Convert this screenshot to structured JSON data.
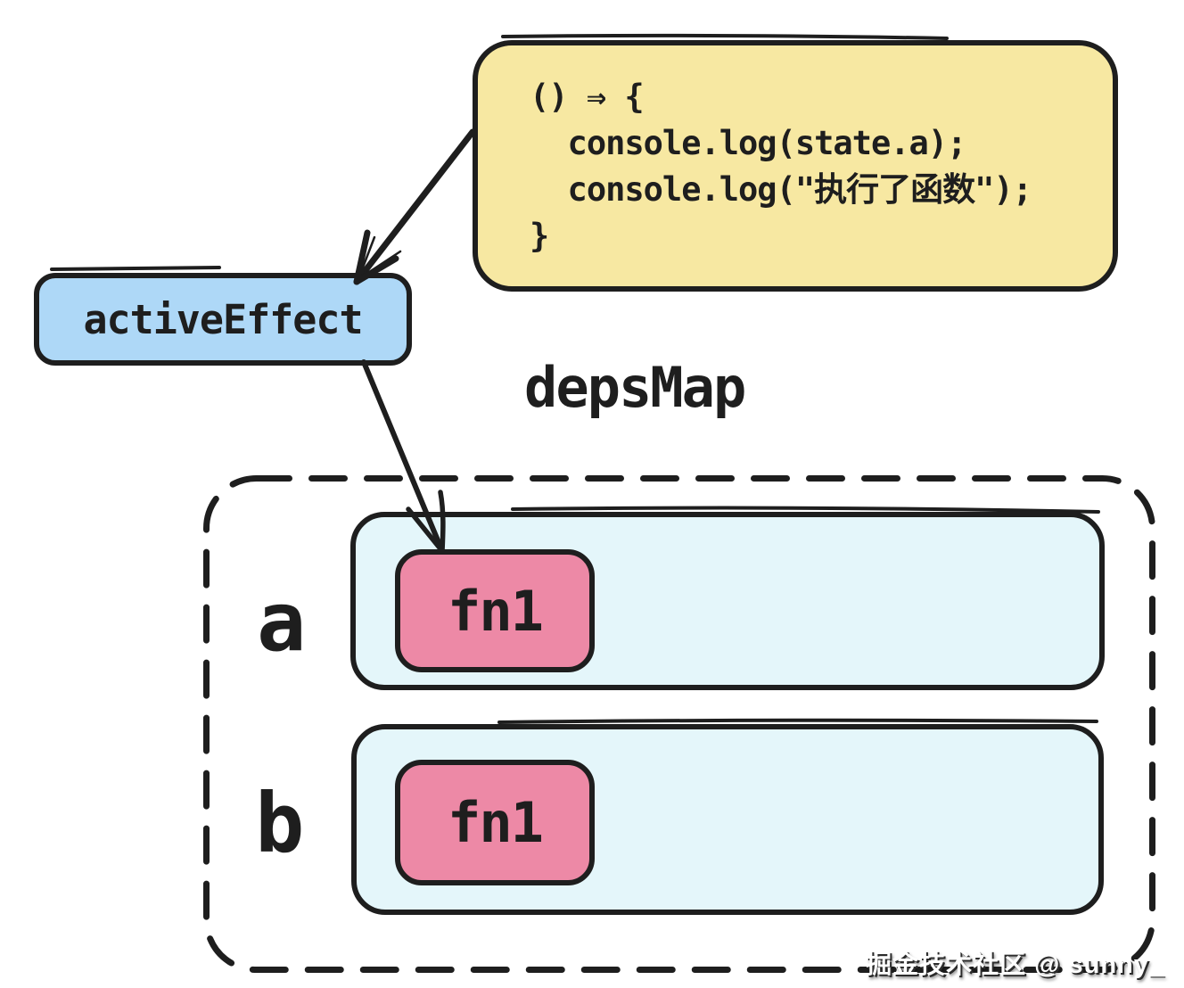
{
  "colors": {
    "ink": "#1e1e1e",
    "code-bg": "#f7e8a2",
    "effect-bg": "#aed8f7",
    "row-bg": "#e4f6fa",
    "dep-bg": "#ed89a6",
    "canvas-bg": "#ffffff",
    "watermark-color": "#ffffff"
  },
  "code_box": {
    "lines": [
      "() ⇒ {",
      "  console.log(state.a);",
      "  console.log(\"执行了函数\");",
      "}"
    ]
  },
  "active_effect": {
    "label": "activeEffect"
  },
  "deps_map": {
    "title": "depsMap",
    "rows": [
      {
        "key": "a",
        "deps": [
          "fn1"
        ]
      },
      {
        "key": "b",
        "deps": [
          "fn1"
        ]
      }
    ]
  },
  "watermark": {
    "text": "掘金技术社区 @ sunny_"
  }
}
